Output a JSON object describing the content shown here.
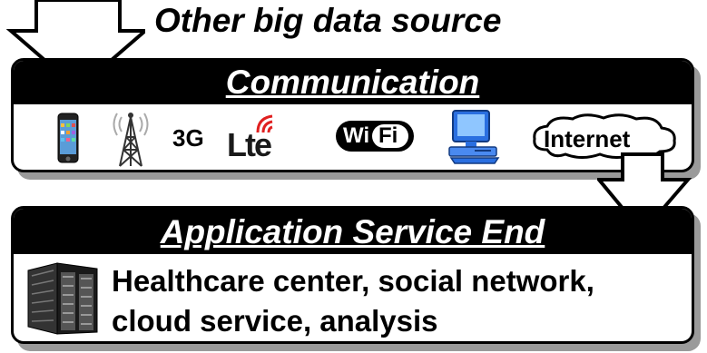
{
  "caption": "Other big data source",
  "communication": {
    "title": "Communication",
    "icons": [
      "phone-icon",
      "antenna-tower-icon",
      "lte-icon",
      "wifi-icon",
      "computer-icon",
      "cloud-icon"
    ],
    "label_3g": "3G",
    "label_lte": "Lte",
    "label_wifi_left": "Wi",
    "label_wifi_right": "Fi",
    "label_internet": "Internet"
  },
  "application": {
    "title": "Application Service End",
    "line1": "Healthcare center, social network,",
    "line2": "cloud service, analysis",
    "icon": "server-rack-icon"
  },
  "colors": {
    "header": "#000000",
    "shadow": "#9a9a9a",
    "computer": "#2a6fe0",
    "lte_arc": "#e02020"
  }
}
